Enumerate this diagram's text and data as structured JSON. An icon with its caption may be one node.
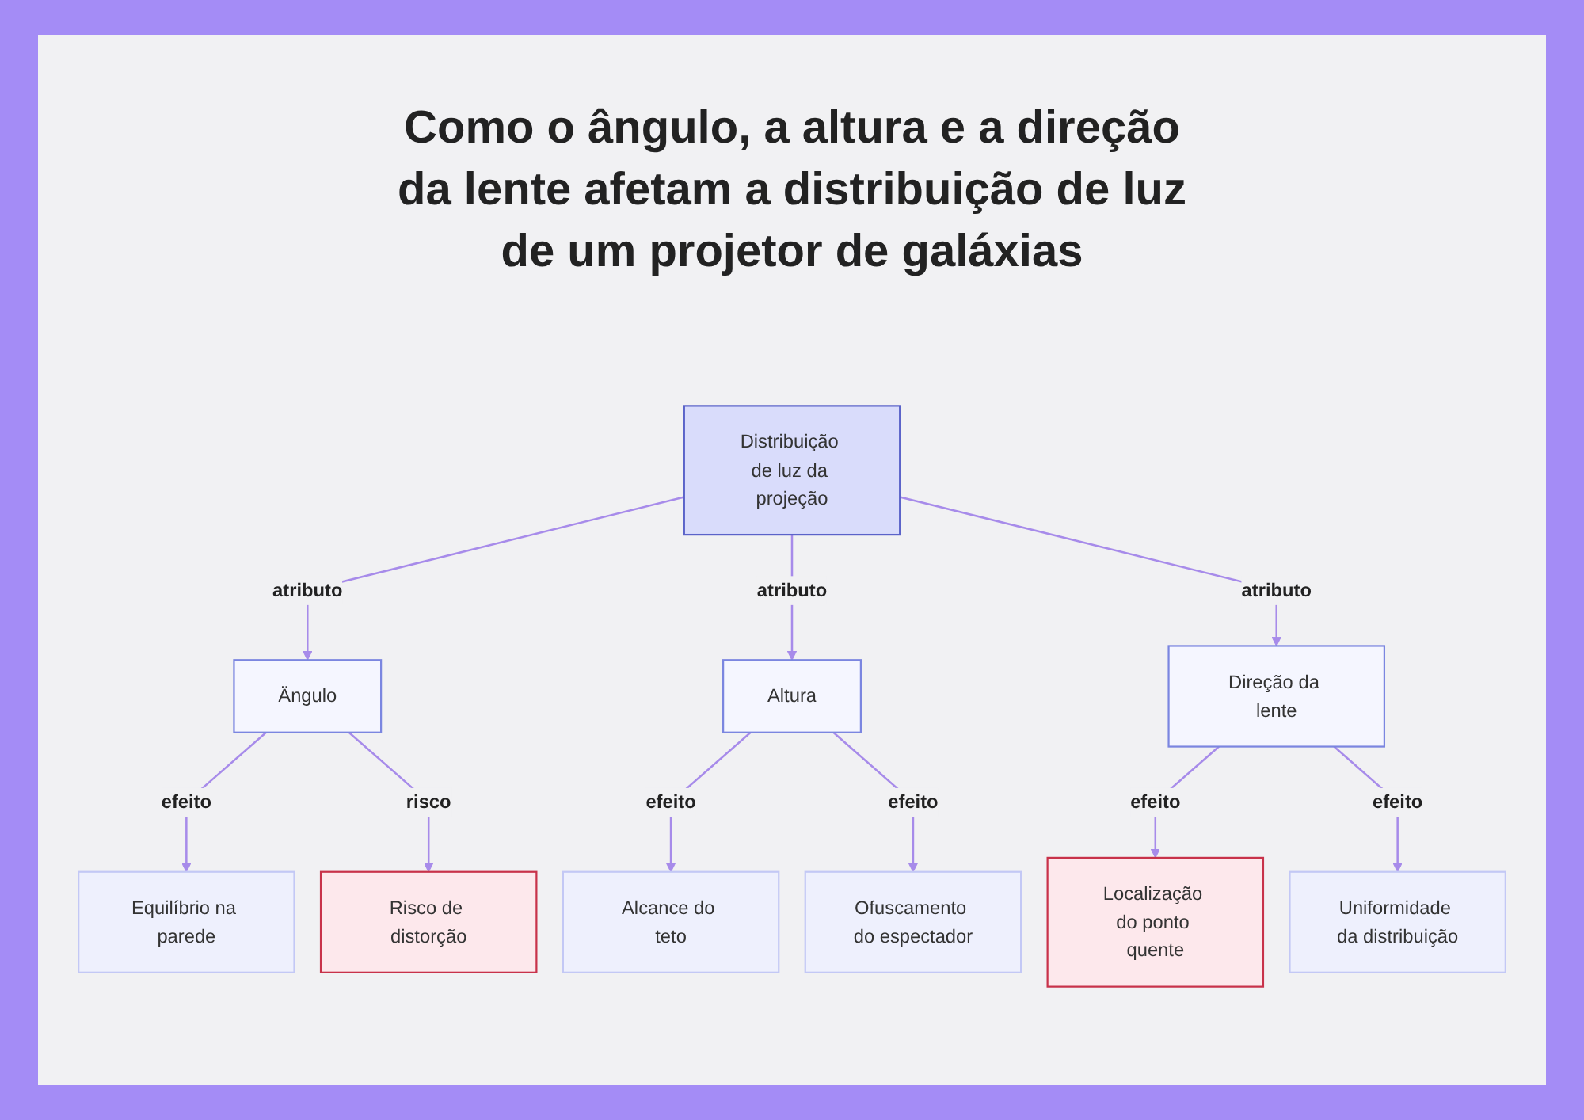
{
  "diagram": {
    "title": "Como o ângulo, a altura e a direção da lente afetam a distribuição de luz de um projetor de galáxias",
    "nodes": [
      {
        "text": [
          "Distribuição de luz da projeção"
        ]
      },
      {
        "text": [
          "Ängulo"
        ]
      },
      {
        "text": [
          "Altura"
        ]
      },
      {
        "text": [
          "Direção da lente"
        ]
      },
      {
        "text": [
          "Equilíbrio na parede"
        ]
      },
      {
        "text": [
          "Risco de distorção"
        ]
      },
      {
        "text": [
          "Alcance do teto"
        ]
      },
      {
        "text": [
          "Ofuscamento do espectador"
        ]
      },
      {
        "text": [
          "Localização do ponto quente"
        ]
      },
      {
        "text": [
          "Uniformidade da distribuição"
        ]
      }
    ],
    "edges": [
      {
        "from": 0,
        "to": 1,
        "arrow": "to",
        "label": "atributo"
      },
      {
        "from": 0,
        "to": 2,
        "arrow": "to",
        "label": "atributo"
      },
      {
        "from": 0,
        "to": 3,
        "arrow": "to",
        "label": "atributo"
      },
      {
        "from": 1,
        "to": 4,
        "arrow": "to",
        "label": "efeito"
      },
      {
        "from": 1,
        "to": 5,
        "arrow": "to",
        "label": "risco"
      },
      {
        "from": 2,
        "to": 6,
        "arrow": "to",
        "label": "efeito"
      },
      {
        "from": 2,
        "to": 7,
        "arrow": "to",
        "label": "efeito"
      },
      {
        "from": 3,
        "to": 8,
        "arrow": "to",
        "label": "efeito"
      },
      {
        "from": 3,
        "to": 9,
        "arrow": "to",
        "label": "efeito"
      }
    ]
  }
}
